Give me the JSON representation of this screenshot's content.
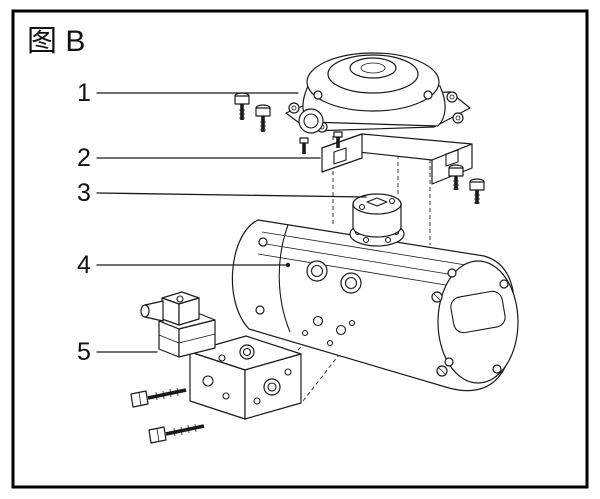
{
  "figure": {
    "title": "图 B",
    "callouts": [
      {
        "number": "1",
        "part": "limit-switch-box"
      },
      {
        "number": "2",
        "part": "mounting-bracket"
      },
      {
        "number": "3",
        "part": "shaft-coupling"
      },
      {
        "number": "4",
        "part": "pneumatic-actuator"
      },
      {
        "number": "5",
        "part": "solenoid-valve"
      }
    ]
  }
}
